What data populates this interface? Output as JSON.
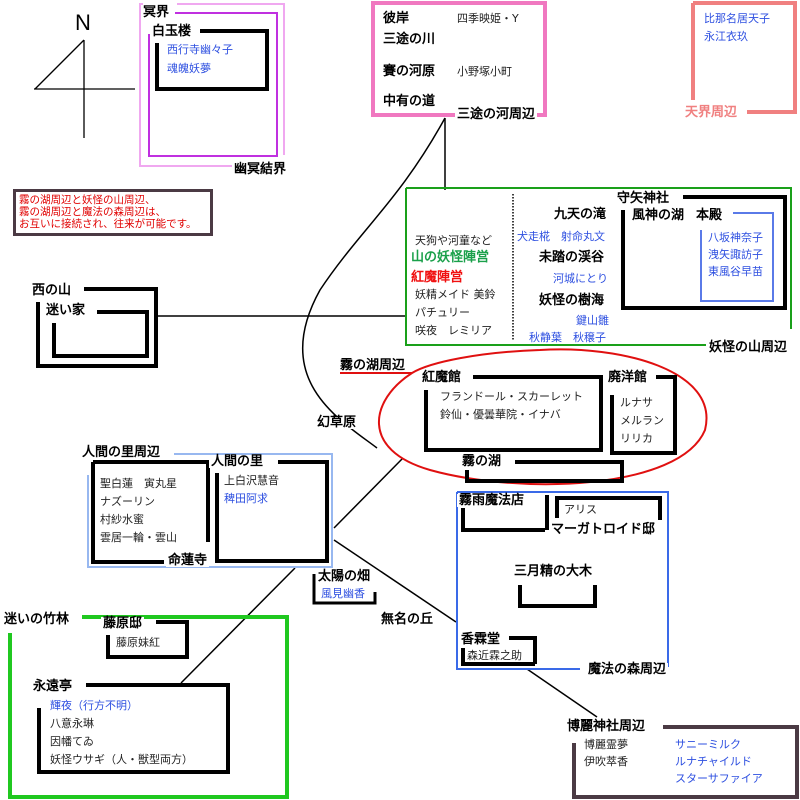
{
  "compass": {
    "label": "N"
  },
  "meikai": {
    "title": "冥界",
    "barrier": "幽冥結界",
    "hakugyokurou": {
      "title": "白玉楼",
      "residents": [
        "西行寺幽々子",
        "魂魄妖夢"
      ]
    }
  },
  "higan": {
    "places": [
      "彼岸",
      "三途の川",
      "賽の河原",
      "中有の道"
    ],
    "residents": [
      "四季映姫・Y",
      "小野塚小町"
    ],
    "region": "三途の河周辺"
  },
  "tenkai": {
    "residents": [
      "比那名居天子",
      "永江衣玖"
    ],
    "region": "天界周辺"
  },
  "note": {
    "lines": [
      "霧の湖周辺と妖怪の山周辺、",
      "霧の湖周辺と魔法の森周辺は、",
      "お互いに接続され、往来が可能です。"
    ]
  },
  "youkai_mountain": {
    "region": "妖怪の山周辺",
    "left": {
      "intro": "天狗や河童など",
      "faction1": "山の妖怪陣営",
      "faction2": "紅魔陣営",
      "members": [
        "妖精メイド 美鈴",
        "パチュリー",
        "咲夜　レミリア"
      ]
    },
    "kyuuten": {
      "title": "九天の滝",
      "residents": "犬走椛　射命丸文"
    },
    "mitou": {
      "title": "未踏の渓谷",
      "residents": "河城にとり"
    },
    "jukai": {
      "title": "妖怪の樹海",
      "residents": [
        "鍵山雛",
        "秋静葉　秋穣子"
      ]
    },
    "moriya": {
      "title": "守矢神社",
      "lake": "風神の湖",
      "honden": "本殿",
      "residents": [
        "八坂神奈子",
        "洩矢諏訪子",
        "東風谷早苗"
      ]
    }
  },
  "west_mountain": {
    "title": "西の山",
    "house": "迷い家"
  },
  "misty_lake": {
    "region": "霧の湖周辺",
    "lake": "霧の湖",
    "koumakan": {
      "title": "紅魔館",
      "residents": [
        "フランドール・スカーレット",
        "鈴仙・優曇華院・イナバ"
      ]
    },
    "haiyoukan": {
      "title": "廃洋館",
      "residents": [
        "ルナサ",
        "メルラン",
        "リリカ"
      ]
    }
  },
  "genso": {
    "title": "幻草原"
  },
  "village": {
    "region": "人間の里周辺",
    "myouren": {
      "title": "命蓮寺",
      "residents": [
        "聖白蓮　寅丸星",
        "ナズーリン",
        "村紗水蜜",
        "雲居一輪・雲山"
      ]
    },
    "village": {
      "title": "人間の里",
      "residents": [
        "上白沢慧音",
        "稗田阿求"
      ]
    }
  },
  "sunflower": {
    "title": "太陽の畑",
    "resident": "風見幽香"
  },
  "nameless_hill": {
    "title": "無名の丘"
  },
  "forest": {
    "region": "魔法の森周辺",
    "kirisame": {
      "title": "霧雨魔法店"
    },
    "margatroid": {
      "title": "マーガトロイド邸",
      "resident": "アリス"
    },
    "great_tree": {
      "title": "三月精の大木"
    },
    "kourindou": {
      "title": "香霖堂",
      "resident": "森近霖之助"
    }
  },
  "bamboo": {
    "region": "迷いの竹林",
    "fujiwara": {
      "title": "藤原邸",
      "resident": "藤原妹紅"
    },
    "eientei": {
      "title": "永遠亭",
      "residents_blue": "輝夜（行方不明）",
      "residents": [
        "八意永琳",
        "因幡てゐ",
        "妖怪ウサギ（人・獣型両方）"
      ]
    }
  },
  "hakurei": {
    "region": "博麗神社周辺",
    "residents": [
      "博麗霊夢",
      "伊吹萃香"
    ],
    "fairies": [
      "サニーミルク",
      "ルナチャイルド",
      "スターサファイア"
    ]
  },
  "colors": {
    "meikai_outer": "#f0a8f0",
    "meikai_inner": "#c030e0",
    "higan": "#f078c0",
    "tenkai": "#f08080",
    "mountain": "#1aa01a",
    "lake": "#e01010",
    "village": "#98b8f0",
    "forest": "#3a6ae8",
    "bamboo": "#20c820",
    "hakurei": "#4b3a44"
  }
}
